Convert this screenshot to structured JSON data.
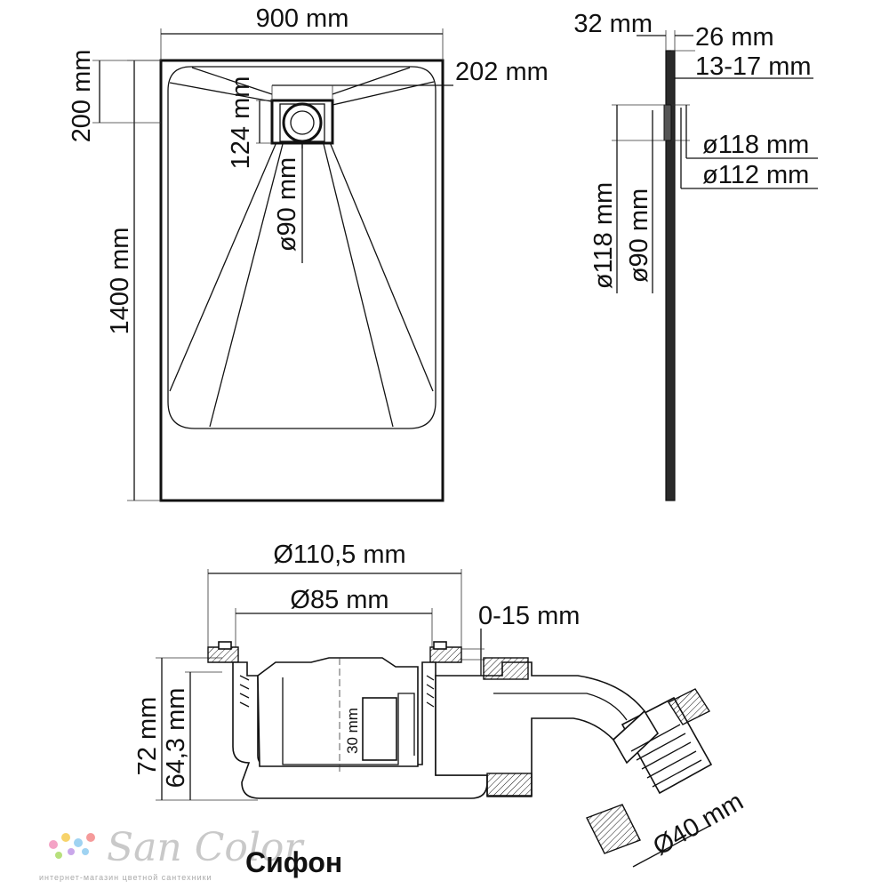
{
  "top_view": {
    "width_label": "900 mm",
    "drain_offset_label": "200 mm",
    "drain_box_label": "202 mm",
    "drain_height_label": "124 mm",
    "drain_diameter_label": "ø90 mm",
    "length_label": "1400 mm"
  },
  "side_view": {
    "thickness_label": "32 mm",
    "inner_label": "26 mm",
    "range_label": "13-17 mm",
    "outer_dia_label": "ø118 mm",
    "inner_dia_label": "ø112 mm",
    "vertical_outer_label": "ø118 mm",
    "vertical_inner_label": "ø90 mm"
  },
  "siphon": {
    "flange_dia_label": "Ø110,5 mm",
    "body_dia_label": "Ø85 mm",
    "adjust_label": "0-15 mm",
    "total_height_label": "72 mm",
    "body_height_label": "64,3 mm",
    "water_seal_label": "30 mm",
    "outlet_dia_label": "Ø40 mm"
  },
  "branding": {
    "logo": "San Color",
    "tagline": "интернет-магазин цветной сантехники",
    "title": "Сифон",
    "dot_colors": [
      "#f4a3c6",
      "#f7d36b",
      "#9fd3f2",
      "#b7e07c",
      "#c9a7ea",
      "#f59a9a"
    ]
  }
}
